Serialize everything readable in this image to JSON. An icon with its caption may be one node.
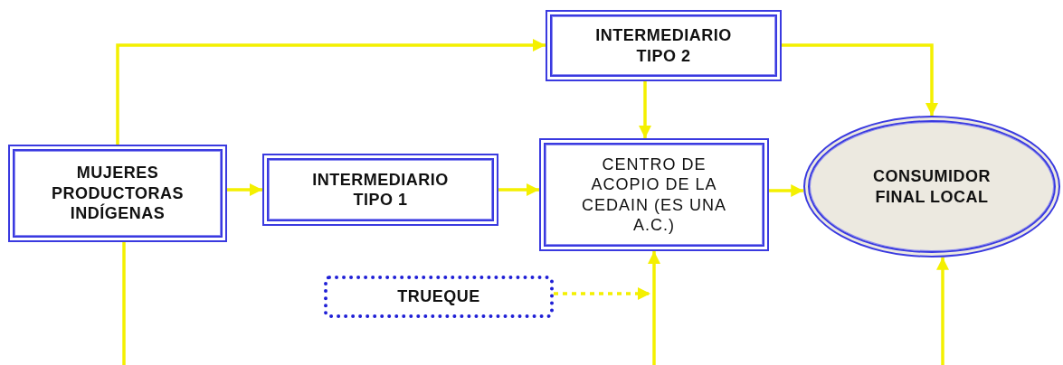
{
  "diagram": {
    "nodes": [
      {
        "text": [
          "INTERMEDIARIO TIPO 2"
        ]
      },
      {
        "text": [
          "MUJERES PRODUCTORAS INDÍGENAS"
        ]
      },
      {
        "text": [
          "INTERMEDIARIO TIPO 1"
        ]
      },
      {
        "text": [
          "CENTRO DE ACOPIO DE LA CEDAIN (ES UNA A.C.)"
        ]
      },
      {
        "text": [
          "CONSUMIDOR FINAL LOCAL"
        ]
      },
      {
        "text": [
          "TRUEQUE"
        ]
      }
    ],
    "edges": [
      {
        "from": 1,
        "to": 0,
        "arrow": "to"
      },
      {
        "from": 0,
        "to": 4,
        "arrow": "to"
      },
      {
        "from": 0,
        "to": 3,
        "arrow": "to"
      },
      {
        "from": 1,
        "to": 2,
        "arrow": "to"
      },
      {
        "from": 2,
        "to": 3,
        "arrow": "to"
      },
      {
        "from": 3,
        "to": 4,
        "arrow": "to"
      },
      {
        "from": 5,
        "to": null,
        "arrow": "to",
        "style": "dashed"
      },
      {
        "from": 1,
        "to": null,
        "arrow": "none"
      },
      {
        "from": null,
        "to": 3,
        "arrow": "to"
      },
      {
        "from": null,
        "to": 4,
        "arrow": "to"
      }
    ]
  }
}
